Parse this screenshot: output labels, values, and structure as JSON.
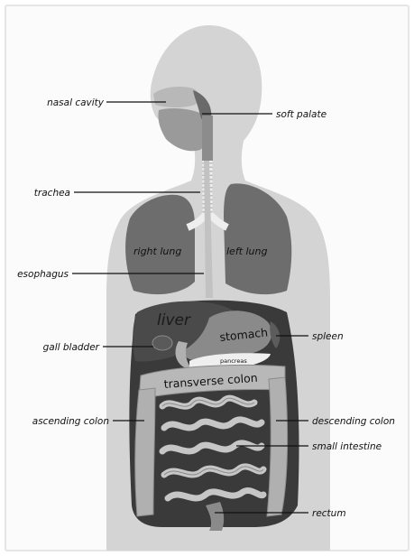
{
  "colors": {
    "body": "#d4d4d4",
    "lung": "#6d6d6d",
    "liver": "#4a4a4a",
    "stomach": "#8a8a8a",
    "intestine": "#b8b8b8",
    "abdomen": "#3a3a3a"
  },
  "labels": {
    "nasal_cavity": "nasal cavity",
    "soft_palate": "soft palate",
    "trachea": "trachea",
    "right_lung": "right lung",
    "left_lung": "left lung",
    "esophagus": "esophagus",
    "liver": "liver",
    "stomach": "stomach",
    "spleen": "spleen",
    "gall_bladder": "gall bladder",
    "pancreas": "pancreas",
    "transverse_colon": "transverse colon",
    "ascending_colon": "ascending colon",
    "descending_colon": "descending colon",
    "small_intestine": "small intestine",
    "rectum": "rectum"
  }
}
